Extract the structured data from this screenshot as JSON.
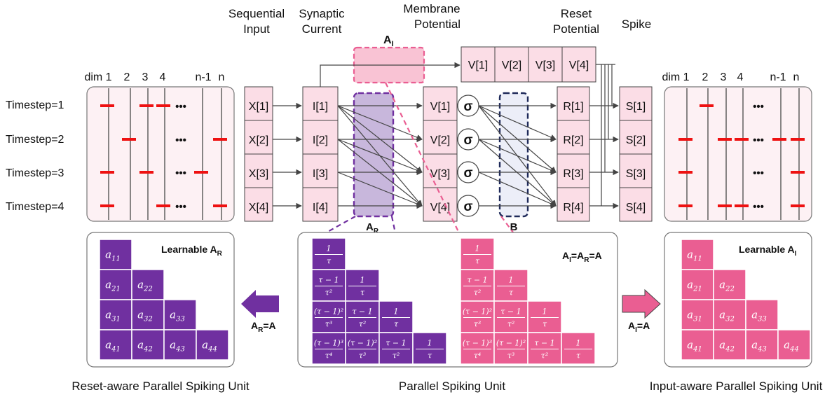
{
  "headers": {
    "sequential_input": [
      "Sequential",
      "Input"
    ],
    "synaptic_current": [
      "Synaptic",
      "Current"
    ],
    "membrane_potential": [
      "Membrane",
      "Potential"
    ],
    "reset_potential": [
      "Reset",
      "Potential"
    ],
    "spike": "Spike"
  },
  "dims": [
    "dim 1",
    "2",
    "3",
    "4",
    "n-1",
    "n"
  ],
  "ellipsis": "•••",
  "timesteps": [
    "Timestep=1",
    "Timestep=2",
    "Timestep=3",
    "Timestep=4"
  ],
  "x_nodes": [
    "X[1]",
    "X[2]",
    "X[3]",
    "X[4]"
  ],
  "i_nodes": [
    "I[1]",
    "I[2]",
    "I[3]",
    "I[4]"
  ],
  "v_nodes": [
    "V[1]",
    "V[2]",
    "V[3]",
    "V[4]"
  ],
  "v_top_nodes": [
    "V[1]",
    "V[2]",
    "V[3]",
    "V[4]"
  ],
  "r_nodes": [
    "R[1]",
    "R[2]",
    "R[3]",
    "R[4]"
  ],
  "s_nodes": [
    "S[1]",
    "S[2]",
    "S[3]",
    "S[4]"
  ],
  "sigma": "σ",
  "labels": {
    "a_i_top": "A",
    "a_i_top_sub": "I",
    "a_r_below": "A",
    "a_r_below_sub": "R",
    "b_below": "B",
    "learnable_ar": "Learnable A",
    "learnable_ar_sub": "R",
    "learnable_ai": "Learnable A",
    "learnable_ai_sub": "I",
    "ai_ar_a": "A",
    "ai_ar_a_sub1": "I",
    "ai_ar_a_mid": "=A",
    "ai_ar_a_sub2": "R",
    "ai_ar_a_end": "=A",
    "ar_eq_a": "A",
    "ar_eq_a_sub": "R",
    "ar_eq_a_end": "=A",
    "ai_eq_a": "A",
    "ai_eq_a_sub": "I",
    "ai_eq_a_end": "=A"
  },
  "matrix_a": [
    [
      "a",
      "11"
    ],
    [
      "a",
      "21"
    ],
    [
      "a",
      "22"
    ],
    [
      "a",
      "31"
    ],
    [
      "a",
      "32"
    ],
    [
      "a",
      "33"
    ],
    [
      "a",
      "41"
    ],
    [
      "a",
      "42"
    ],
    [
      "a",
      "43"
    ],
    [
      "a",
      "44"
    ]
  ],
  "tau_matrix": [
    [
      "1",
      "τ"
    ],
    [
      "τ − 1",
      "τ²"
    ],
    [
      "1",
      "τ"
    ],
    [
      "(τ − 1)²",
      "τ³"
    ],
    [
      "τ − 1",
      "τ²"
    ],
    [
      "1",
      "τ"
    ],
    [
      "(τ − 1)³",
      "τ⁴"
    ],
    [
      "(τ − 1)²",
      "τ³"
    ],
    [
      "τ − 1",
      "τ²"
    ],
    [
      "1",
      "τ"
    ]
  ],
  "captions": {
    "left": "Reset-aware Parallel Spiking Unit",
    "center": "Parallel Spiking Unit",
    "right": "Input-aware Parallel Spiking Unit"
  },
  "spikes_left": [
    [
      0,
      2,
      3
    ],
    [
      1,
      5
    ],
    [
      0,
      2,
      4
    ],
    [
      0,
      3,
      5
    ]
  ],
  "spikes_right": [
    [
      1
    ],
    [
      0,
      2,
      3,
      4,
      5
    ],
    [
      0,
      5
    ],
    [
      0,
      2,
      3,
      5
    ]
  ],
  "colors": {
    "node_fill": "#fbdde6",
    "node_stroke": "#444444",
    "purple": "#7030a0",
    "purple_light": "#b59fd0",
    "pink": "#ea5e92",
    "pink_light": "#f8b9cc",
    "navy": "#1f2a5a",
    "spike_red": "#ee1111",
    "panel_fill": "#fdf1f4"
  }
}
